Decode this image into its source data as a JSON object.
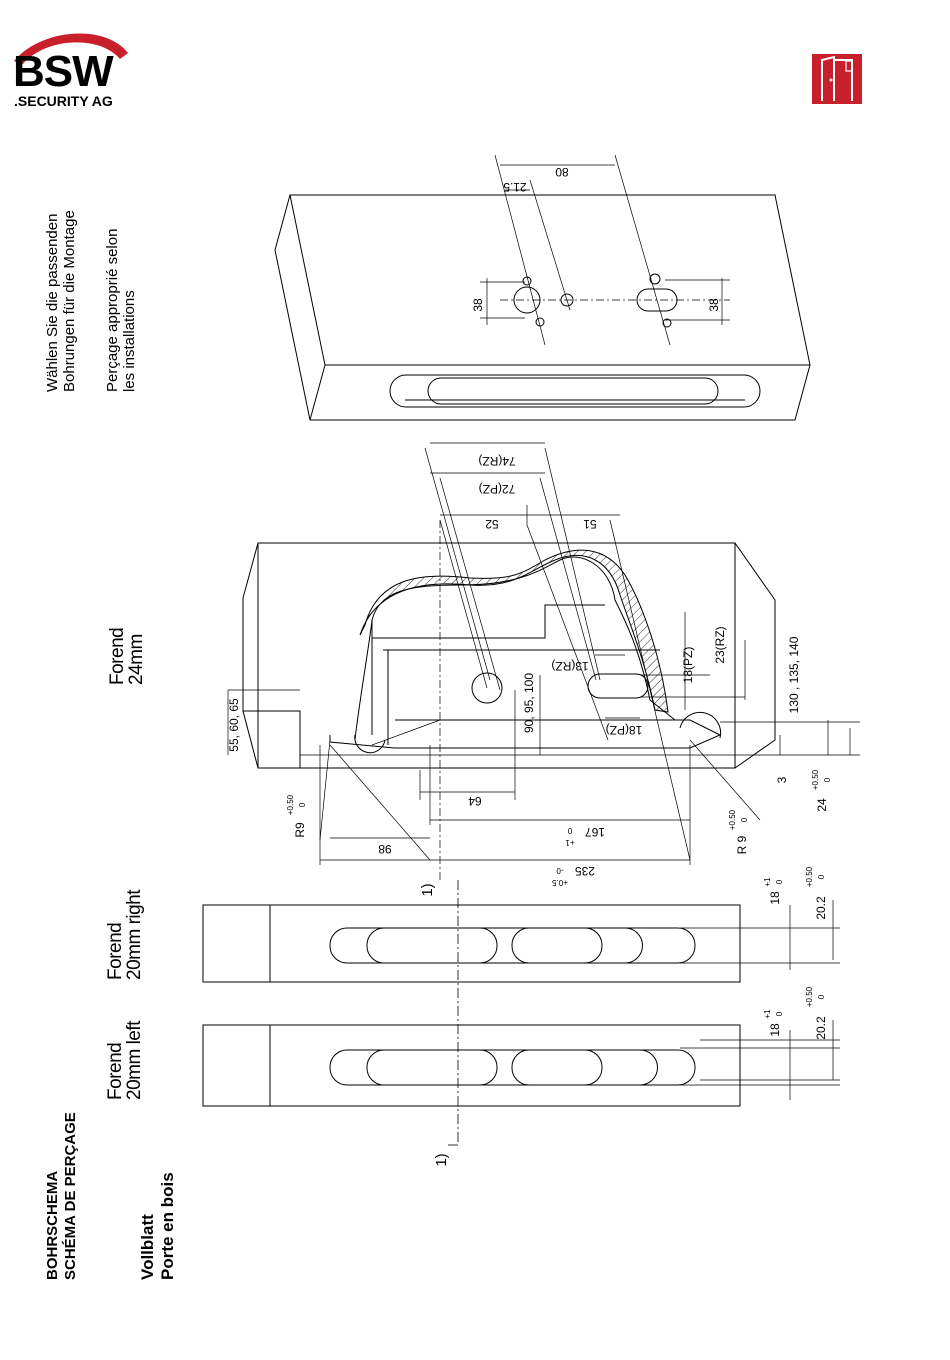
{
  "logo": {
    "main": "BSW",
    "sub": ".SECURITY AG",
    "arc_color": "#c8202b"
  },
  "header_icon": {
    "name": "door-icon",
    "color": "#c8202b"
  },
  "title": {
    "line1": "BOHRSCHEMA",
    "line2": "SCHÉMA DE PERÇAGE"
  },
  "subtitle": {
    "line1": "Vollblatt",
    "line2": "Porte en bois"
  },
  "note_de": {
    "line1": "Wählen Sie die passenden",
    "line2": "Bohrungen für die Montage"
  },
  "note_fr": {
    "line1": "Perçage approprié selon",
    "line2": "les installations"
  },
  "forends": {
    "left": {
      "line1": "Forend",
      "line2": "20mm left"
    },
    "right": {
      "line1": "Forend",
      "line2": "20mm right"
    },
    "main": {
      "line1": "Forend",
      "line2": "24mm"
    }
  },
  "dims": {
    "d80": "80",
    "d21_5": "21.5",
    "d38a": "38",
    "d38b": "38",
    "d74rz": "74(RZ)",
    "d72pz": "72(PZ)",
    "d52": "52",
    "d51": "51",
    "d13rz": "13(RZ)",
    "d18pz_a": "18(PZ)",
    "d23rz": "23(RZ)",
    "d18pz_b": "18(PZ)",
    "d55": "55, 60, 65",
    "d90": "90, 95, 100",
    "d130": "130 , 135, 140",
    "d64": "64",
    "d167": "167",
    "d167_tol": "+1",
    "d167_tol0": "0",
    "d98": "98",
    "d235": "235",
    "d235_tol": "+0.5",
    "d235_tol0": "-0",
    "r9a": "R9",
    "r9a_tol": "+0.50",
    "r9a_tol0": "0",
    "r9b": "R 9",
    "r9b_tol": "+0.50",
    "r9b_tol0": "0",
    "d3": "3",
    "d24": "24",
    "d24_tol": "+0.50",
    "d24_tol0": "0",
    "d18a": "18",
    "d18a_tol": "+1",
    "d18a_tol0": "0",
    "d20a": "20.2",
    "d20a_tol": "+0.50",
    "d20a_tol0": "0",
    "d18b": "18",
    "d18b_tol": "+1",
    "d18b_tol0": "0",
    "d20b": "20.2",
    "d20b_tol": "+0.50",
    "d20b_tol0": "0",
    "ref1a": "1)",
    "ref1b": "1)"
  }
}
